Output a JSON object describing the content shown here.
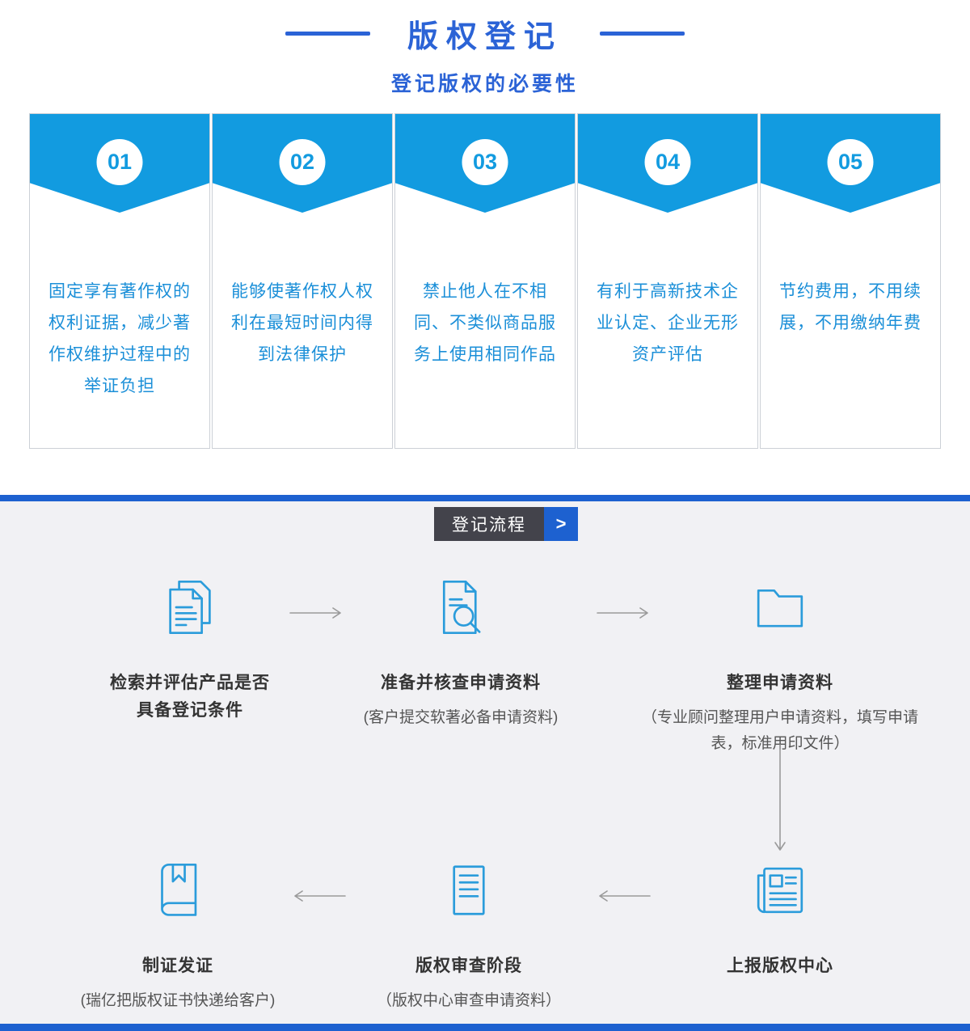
{
  "colors": {
    "banner_blue": "#129be0",
    "royal_blue": "#1d61d0",
    "title_blue": "#2b63d6",
    "card_text_blue": "#1b8fd8",
    "tab_dark": "#43434b",
    "section_gray": "#f1f1f4",
    "icon_blue": "#2b9cdb"
  },
  "header": {
    "title": "版权登记",
    "subtitle": "登记版权的必要性"
  },
  "cards": [
    {
      "number": "01",
      "text": "固定享有著作权的权利证据，减少著作权维护过程中的举证负担"
    },
    {
      "number": "02",
      "text": "能够使著作权人权利在最短时间内得到法律保护"
    },
    {
      "number": "03",
      "text": "禁止他人在不相同、不类似商品服务上使用相同作品"
    },
    {
      "number": "04",
      "text": "有利于高新技术企业认定、企业无形资产评估"
    },
    {
      "number": "05",
      "text": "节约费用，不用续展，不用缴纳年费"
    }
  ],
  "process": {
    "tab": "登记流程",
    "tab_arrow": ">",
    "steps": [
      {
        "icon": "documents-icon",
        "title": "检索并评估产品是否具备登记条件",
        "note": ""
      },
      {
        "icon": "document-search-icon",
        "title": "准备并核查申请资料",
        "note": "(客户提交软著必备申请资料)"
      },
      {
        "icon": "folder-icon",
        "title": "整理申请资料",
        "note": "（专业顾问整理用户申请资料，填写申请表，标准用印文件）"
      },
      {
        "icon": "newspaper-icon",
        "title": "上报版权中心",
        "note": ""
      },
      {
        "icon": "document-lines-icon",
        "title": "版权审查阶段",
        "note": "（版权中心审查申请资料）"
      },
      {
        "icon": "book-icon",
        "title": "制证发证",
        "note": "(瑞亿把版权证书快递给客户)"
      }
    ]
  }
}
